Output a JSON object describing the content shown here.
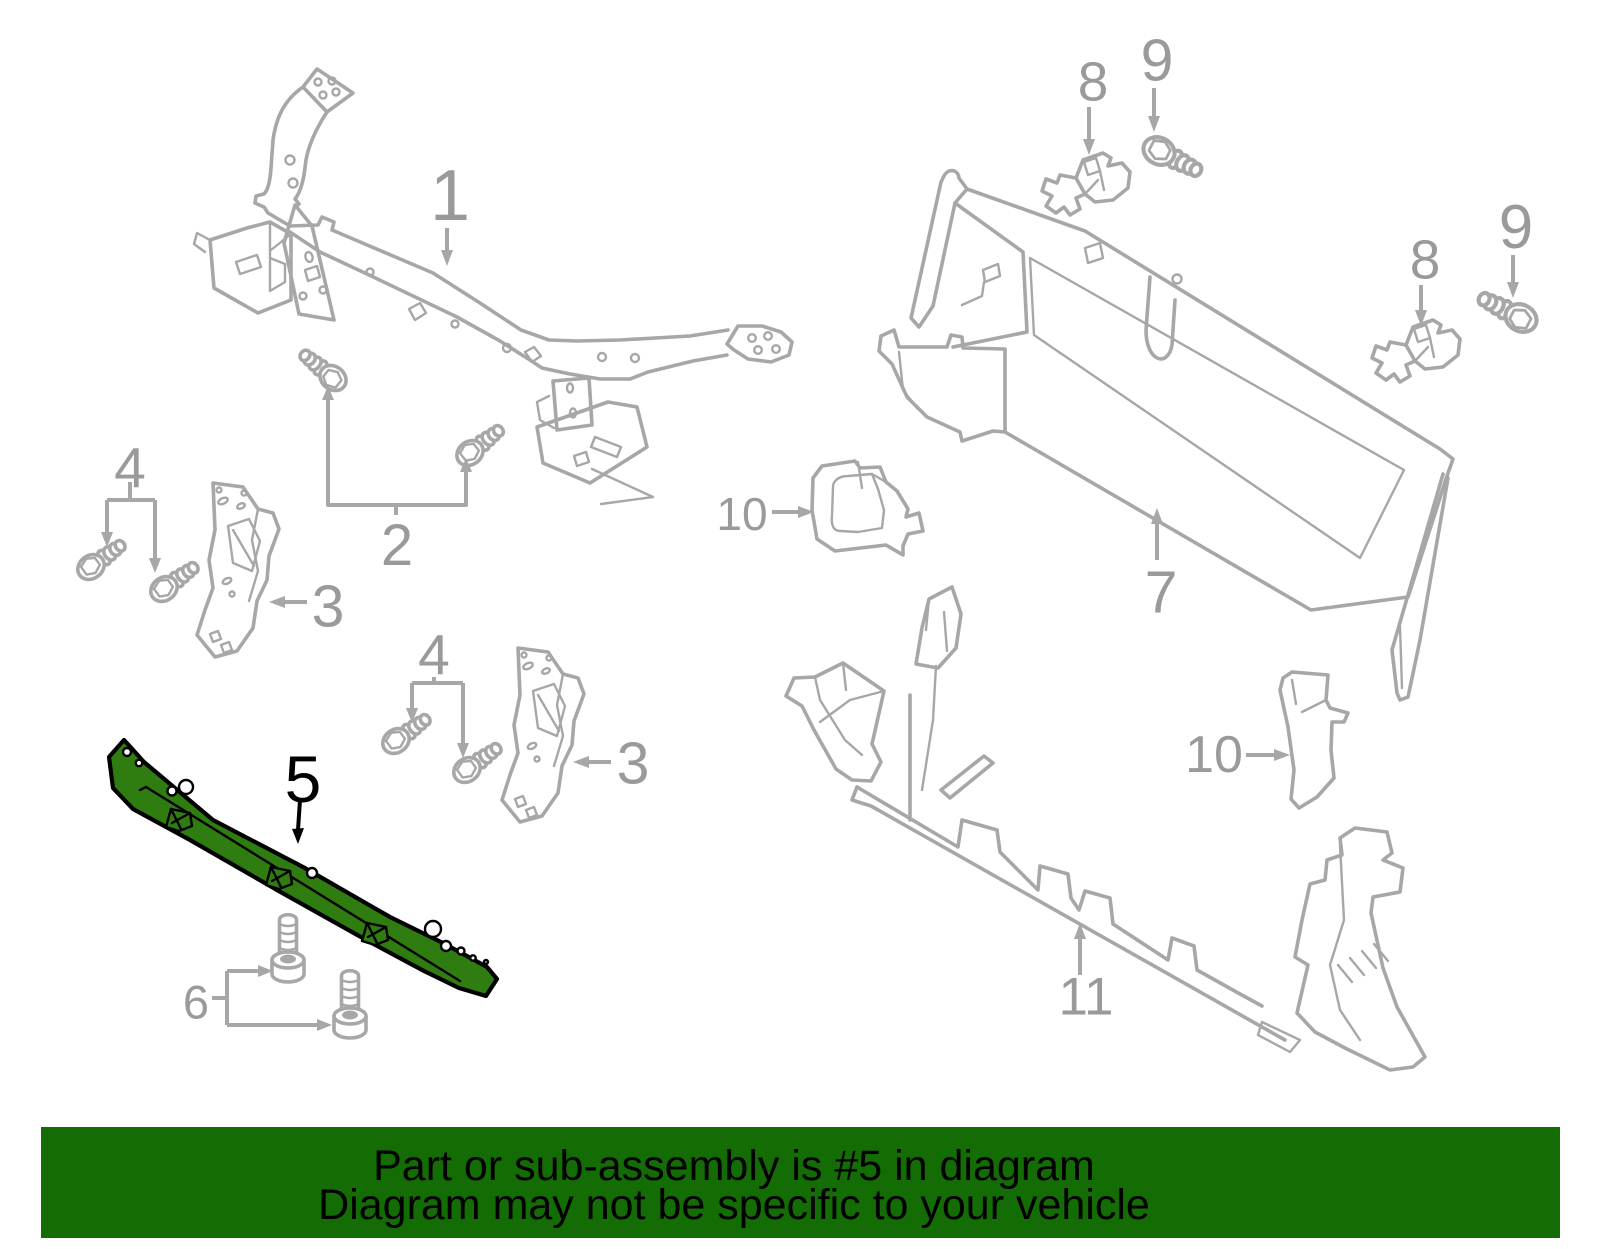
{
  "banner": {
    "line1": "Part or sub-assembly is #5 in diagram",
    "line2": "Diagram may not be specific to your vehicle",
    "bg_color": "#146c05",
    "text_color": "#000000"
  },
  "diagram": {
    "line_color": "#a7a7a7",
    "label_color": "#9a9a9a",
    "highlight_color": "#2f7d11",
    "highlight_outline": "#000000",
    "highlighted_part": "5",
    "callouts": [
      {
        "num": "1"
      },
      {
        "num": "2"
      },
      {
        "num": "3"
      },
      {
        "num": "3"
      },
      {
        "num": "4"
      },
      {
        "num": "4"
      },
      {
        "num": "5"
      },
      {
        "num": "6"
      },
      {
        "num": "7"
      },
      {
        "num": "8"
      },
      {
        "num": "8"
      },
      {
        "num": "9"
      },
      {
        "num": "9"
      },
      {
        "num": "10"
      },
      {
        "num": "10"
      },
      {
        "num": "11"
      }
    ]
  }
}
